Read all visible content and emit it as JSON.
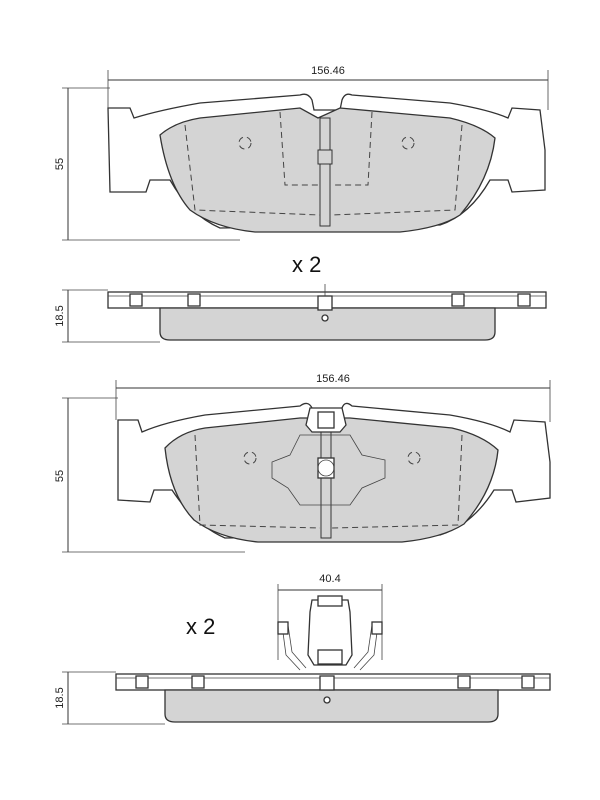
{
  "views": {
    "view1": {
      "width_label": "156.46",
      "height_label": "55"
    },
    "side1": {
      "thickness_label": "18.5",
      "quantity": "x 2"
    },
    "view2": {
      "width_label": "156.46",
      "height_label": "55"
    },
    "side2": {
      "sensor_label": "40.4",
      "thickness_label": "18.5",
      "quantity": "x 2"
    }
  }
}
